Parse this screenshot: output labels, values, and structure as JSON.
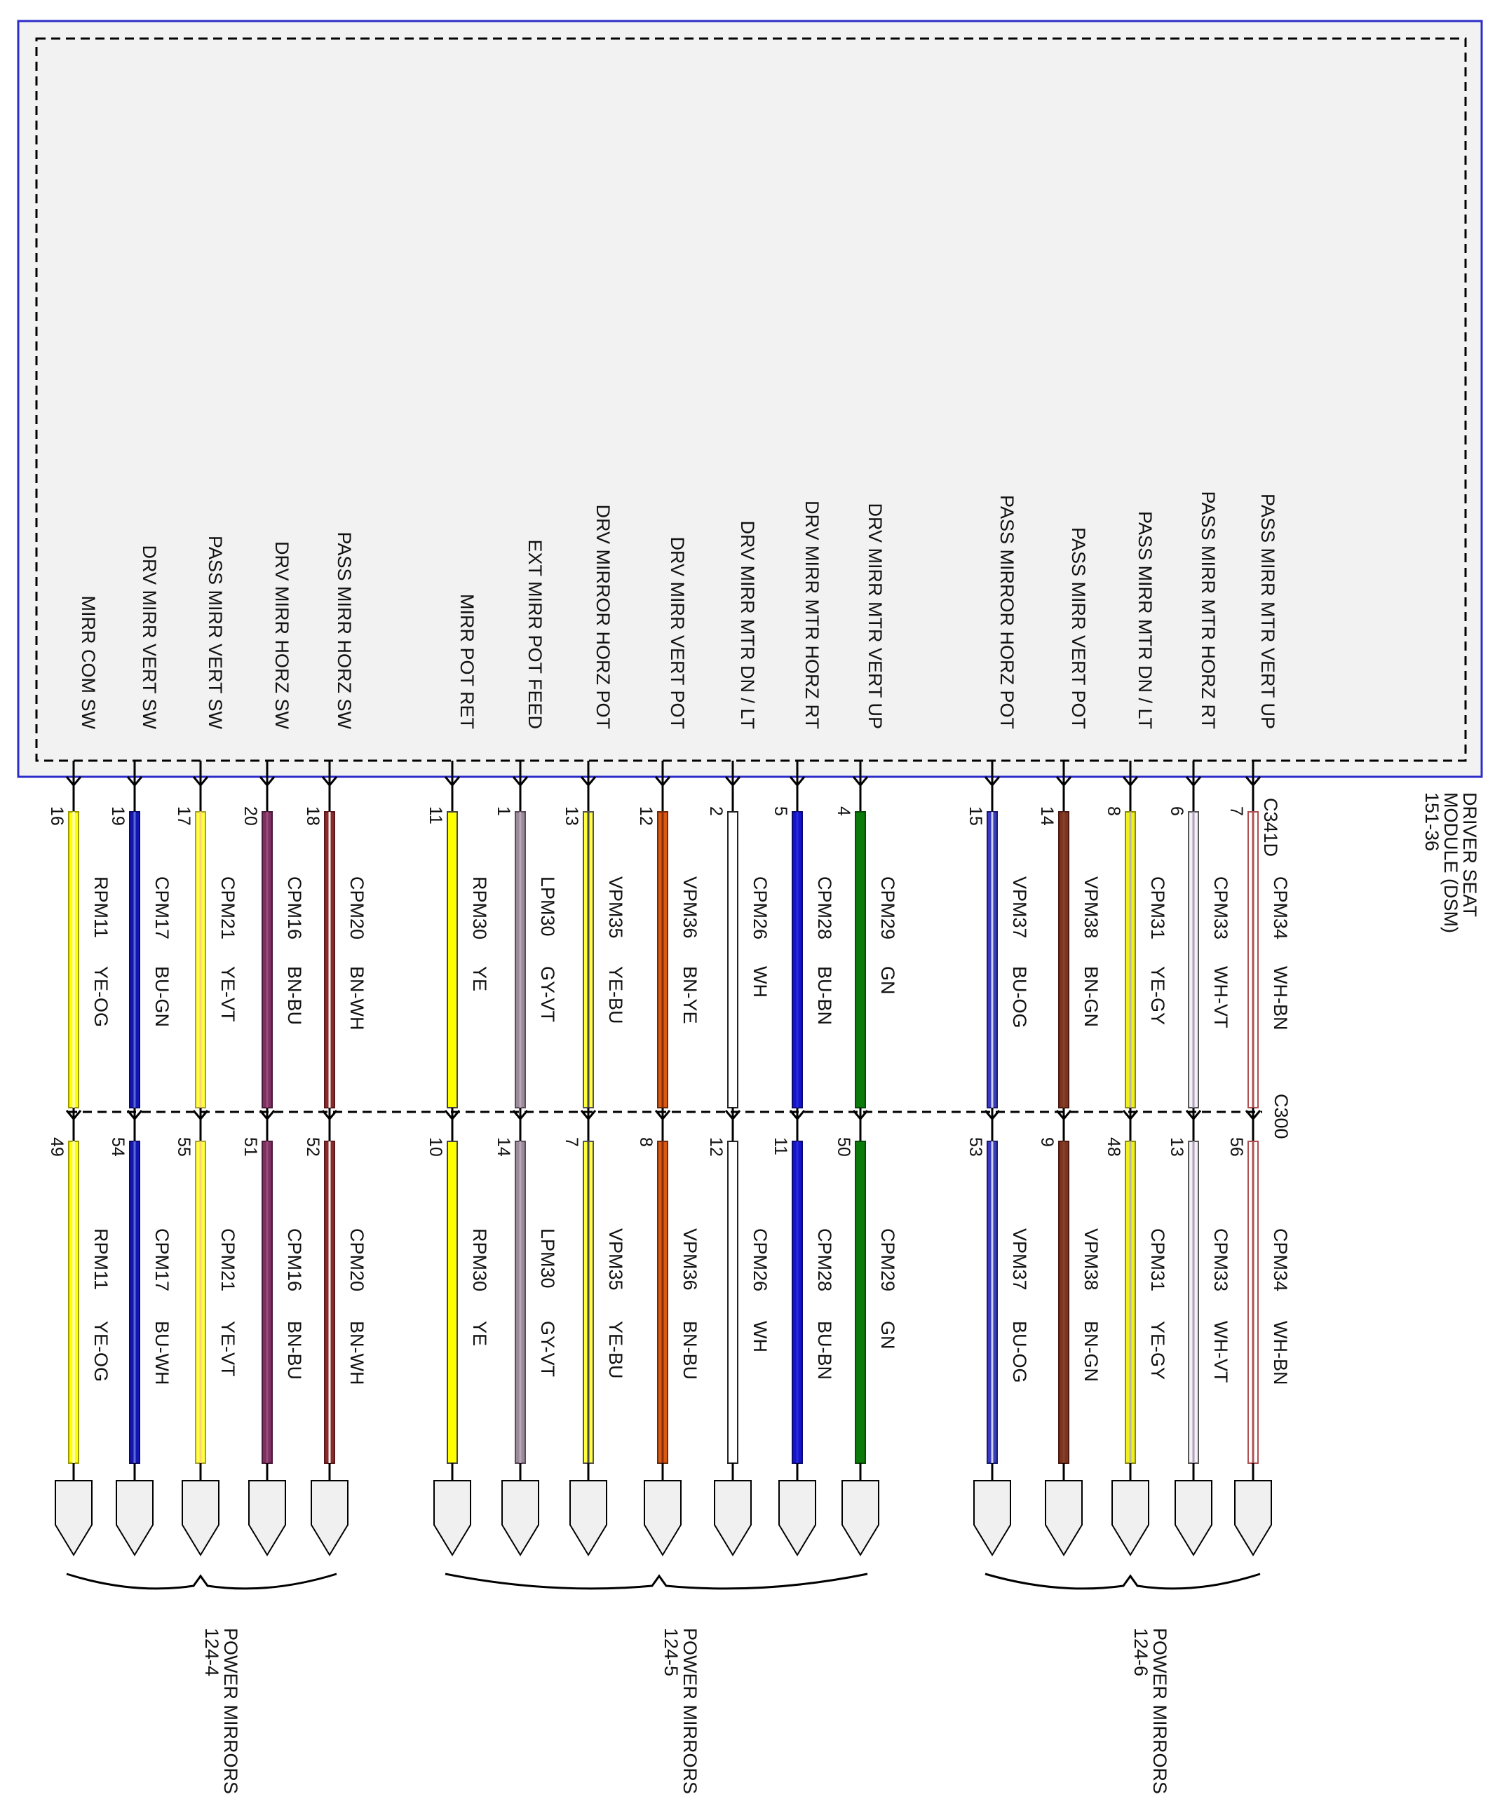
{
  "module": {
    "name_lines": [
      "DRIVER SEAT",
      "MODULE (DSM)",
      "151-36"
    ]
  },
  "connector_top": "C341D",
  "connector_mid": "C300",
  "wires": [
    {
      "signal": "MIRR COM SW",
      "pin_top": "16",
      "circuit_top": "RPM11",
      "color_top": "YE-OG",
      "pin_bottom": "49",
      "circuit_bottom": "RPM11",
      "color_bottom": "YE-OG",
      "fill": "#ffff00",
      "stripe": "#ffffff",
      "edge": "#9a9a00"
    },
    {
      "signal": "DRV MIRR VERT SW",
      "pin_top": "19",
      "circuit_top": "CPM17",
      "color_top": "BU-GN",
      "pin_bottom": "54",
      "circuit_bottom": "CPM17",
      "color_bottom": "BU-WH",
      "fill": "#1515b0",
      "stripe": "#5a6ad8",
      "edge": "#0a0a70"
    },
    {
      "signal": "PASS MIRR VERT SW",
      "pin_top": "17",
      "circuit_top": "CPM21",
      "color_top": "YE-VT",
      "pin_bottom": "55",
      "circuit_bottom": "CPM21",
      "color_bottom": "YE-VT",
      "fill": "#ffff40",
      "stripe": "#ffd27a",
      "edge": "#a8a030"
    },
    {
      "signal": "DRV MIRR HORZ SW",
      "pin_top": "20",
      "circuit_top": "CPM16",
      "color_top": "BN-BU",
      "pin_bottom": "51",
      "circuit_bottom": "CPM16",
      "color_bottom": "BN-BU",
      "fill": "#7a3060",
      "stripe": "#a04a7a",
      "edge": "#4a1838"
    },
    {
      "signal": "PASS MIRR HORZ SW",
      "pin_top": "18",
      "circuit_top": "CPM20",
      "color_top": "BN-WH",
      "pin_bottom": "52",
      "circuit_bottom": "CPM20",
      "color_bottom": "BN-WH",
      "fill": "#8a2a2a",
      "stripe": "#f4f4f4",
      "edge": "#5a1818"
    },
    {
      "signal": "MIRR POT RET",
      "pin_top": "11",
      "circuit_top": "RPM30",
      "color_top": "YE",
      "pin_bottom": "10",
      "circuit_bottom": "RPM30",
      "color_bottom": "YE",
      "fill": "#ffff00",
      "stripe": "#ffff00",
      "edge": "#444444"
    },
    {
      "signal": "EXT MIRR POT FEED",
      "pin_top": "1",
      "circuit_top": "LPM30",
      "color_top": "GY-VT",
      "pin_bottom": "14",
      "circuit_bottom": "LPM30",
      "color_bottom": "GY-VT",
      "fill": "#9a8a9a",
      "stripe": "#b8a8b8",
      "edge": "#5a4a5a"
    },
    {
      "signal": "DRV MIRROR HORZ POT",
      "pin_top": "13",
      "circuit_top": "VPM35",
      "color_top": "YE-BU",
      "pin_bottom": "7",
      "circuit_bottom": "VPM35",
      "color_bottom": "YE-BU",
      "fill": "#ffff40",
      "stripe": "#4a4a4a",
      "edge": "#555555"
    },
    {
      "signal": "DRV MIRR VERT POT",
      "pin_top": "12",
      "circuit_top": "VPM36",
      "color_top": "BN-YE",
      "pin_bottom": "8",
      "circuit_bottom": "VPM36",
      "color_bottom": "BN-BU",
      "fill": "#d85a10",
      "stripe": "#8a2a0a",
      "edge": "#6a2a0a"
    },
    {
      "signal": "DRV MIRR MTR DN / LT",
      "pin_top": "2",
      "circuit_top": "CPM26",
      "color_top": "WH",
      "pin_bottom": "12",
      "circuit_bottom": "CPM26",
      "color_bottom": "WH",
      "fill": "#ffffff",
      "stripe": "#ffffff",
      "edge": "#222222"
    },
    {
      "signal": "DRV MIRR MTR HORZ RT",
      "pin_top": "5",
      "circuit_top": "CPM28",
      "color_top": "BU-BN",
      "pin_bottom": "11",
      "circuit_bottom": "CPM28",
      "color_bottom": "BU-BN",
      "fill": "#1414c8",
      "stripe": "#2a2ae0",
      "edge": "#0a0a70"
    },
    {
      "signal": "DRV MIRR MTR VERT UP",
      "pin_top": "4",
      "circuit_top": "CPM29",
      "color_top": "GN",
      "pin_bottom": "50",
      "circuit_bottom": "CPM29",
      "color_bottom": "GN",
      "fill": "#0a7a0a",
      "stripe": "#0a7a0a",
      "edge": "#064a06"
    },
    {
      "signal": "PASS MIRROR HORZ POT",
      "pin_top": "15",
      "circuit_top": "VPM37",
      "color_top": "BU-OG",
      "pin_bottom": "53",
      "circuit_bottom": "VPM37",
      "color_bottom": "BU-OG",
      "fill": "#3a3ac0",
      "stripe": "#d0d0f0",
      "edge": "#1a1a70"
    },
    {
      "signal": "PASS MIRR VERT POT",
      "pin_top": "14",
      "circuit_top": "VPM38",
      "color_top": "BN-GN",
      "pin_bottom": "9",
      "circuit_bottom": "VPM38",
      "color_bottom": "BN-GN",
      "fill": "#7a3420",
      "stripe": "#8a4028",
      "edge": "#4a1a10"
    },
    {
      "signal": "PASS MIRR MTR DN / LT",
      "pin_top": "8",
      "circuit_top": "CPM31",
      "color_top": "YE-GY",
      "pin_bottom": "48",
      "circuit_bottom": "CPM31",
      "color_bottom": "YE-GY",
      "fill": "#f0f020",
      "stripe": "#b8b8a0",
      "edge": "#8a8a10"
    },
    {
      "signal": "PASS MIRR MTR HORZ RT",
      "pin_top": "6",
      "circuit_top": "CPM33",
      "color_top": "WH-VT",
      "pin_bottom": "13",
      "circuit_bottom": "CPM33",
      "color_bottom": "WH-VT",
      "fill": "#f4f0f4",
      "stripe": "#b0a0c0",
      "edge": "#555555"
    },
    {
      "signal": "PASS MIRR MTR VERT UP",
      "pin_top": "7",
      "circuit_top": "CPM34",
      "color_top": "WH-BN",
      "pin_bottom": "56",
      "circuit_bottom": "CPM34",
      "color_bottom": "WH-BN",
      "fill": "#ffffff",
      "stripe": "#b05050",
      "edge": "#b05050"
    }
  ],
  "destinations": [
    {
      "label_lines": [
        "POWER MIRRORS",
        "124-4"
      ]
    },
    {
      "label_lines": [
        "POWER MIRRORS",
        "124-5"
      ]
    },
    {
      "label_lines": [
        "POWER MIRRORS",
        "124-6"
      ]
    }
  ],
  "colors": {
    "module_border": "#2c2cc8",
    "module_fill": "#f2f2f2",
    "line": "#000000",
    "connector_fill": "#f0f0f0"
  }
}
